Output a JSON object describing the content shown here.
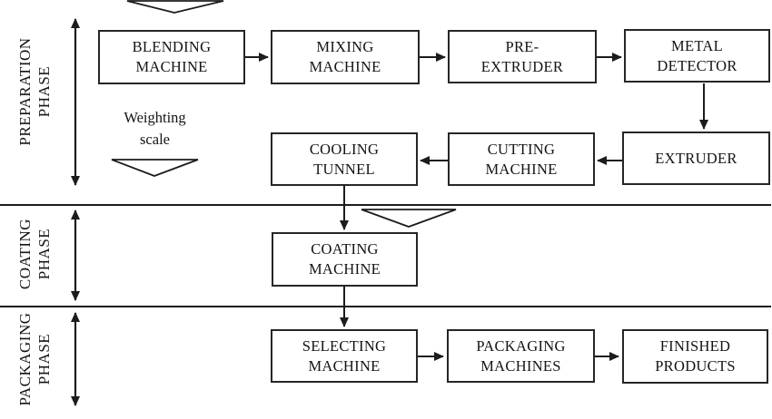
{
  "diagram": {
    "background": "#ffffff",
    "line_color": "#1c1c1c",
    "box_border_color": "#262626",
    "phases": {
      "preparation": {
        "label": [
          "PREPARATION",
          "PHASE"
        ]
      },
      "coating": {
        "label": [
          "COATING",
          "PHASE"
        ]
      },
      "packaging": {
        "label": [
          "PACKAGING",
          "PHASE"
        ]
      }
    },
    "boxes": {
      "blending": {
        "label": [
          "BLENDING",
          "MACHINE"
        ]
      },
      "mixing": {
        "label": [
          "MIXING",
          "MACHINE"
        ]
      },
      "pre_extruder": {
        "label": [
          "PRE-",
          "EXTRUDER"
        ]
      },
      "metal_detector": {
        "label": [
          "METAL",
          "DETECTOR"
        ]
      },
      "extruder": {
        "label": [
          "EXTRUDER"
        ]
      },
      "cutting": {
        "label": [
          "CUTTING",
          "MACHINE"
        ]
      },
      "cooling": {
        "label": [
          "COOLING",
          "TUNNEL"
        ]
      },
      "coating": {
        "label": [
          "COATING",
          "MACHINE"
        ]
      },
      "selecting": {
        "label": [
          "SELECTING",
          "MACHINE"
        ]
      },
      "packaging": {
        "label": [
          "PACKAGING",
          "MACHINES"
        ]
      },
      "finished": {
        "label": [
          "FINISHED",
          "PRODUCTS"
        ]
      }
    },
    "annotations": {
      "weighting_scale": {
        "label": [
          "Weighting",
          "scale"
        ]
      }
    },
    "flow": [
      [
        "BLENDING MACHINE",
        "MIXING MACHINE"
      ],
      [
        "MIXING MACHINE",
        "PRE-EXTRUDER"
      ],
      [
        "PRE-EXTRUDER",
        "METAL DETECTOR"
      ],
      [
        "METAL DETECTOR",
        "EXTRUDER"
      ],
      [
        "EXTRUDER",
        "CUTTING MACHINE"
      ],
      [
        "CUTTING MACHINE",
        "COOLING TUNNEL"
      ],
      [
        "COOLING TUNNEL",
        "COATING MACHINE"
      ],
      [
        "COATING MACHINE",
        "SELECTING MACHINE"
      ],
      [
        "SELECTING MACHINE",
        "PACKAGING MACHINES"
      ],
      [
        "PACKAGING MACHINES",
        "FINISHED PRODUCTS"
      ]
    ]
  }
}
